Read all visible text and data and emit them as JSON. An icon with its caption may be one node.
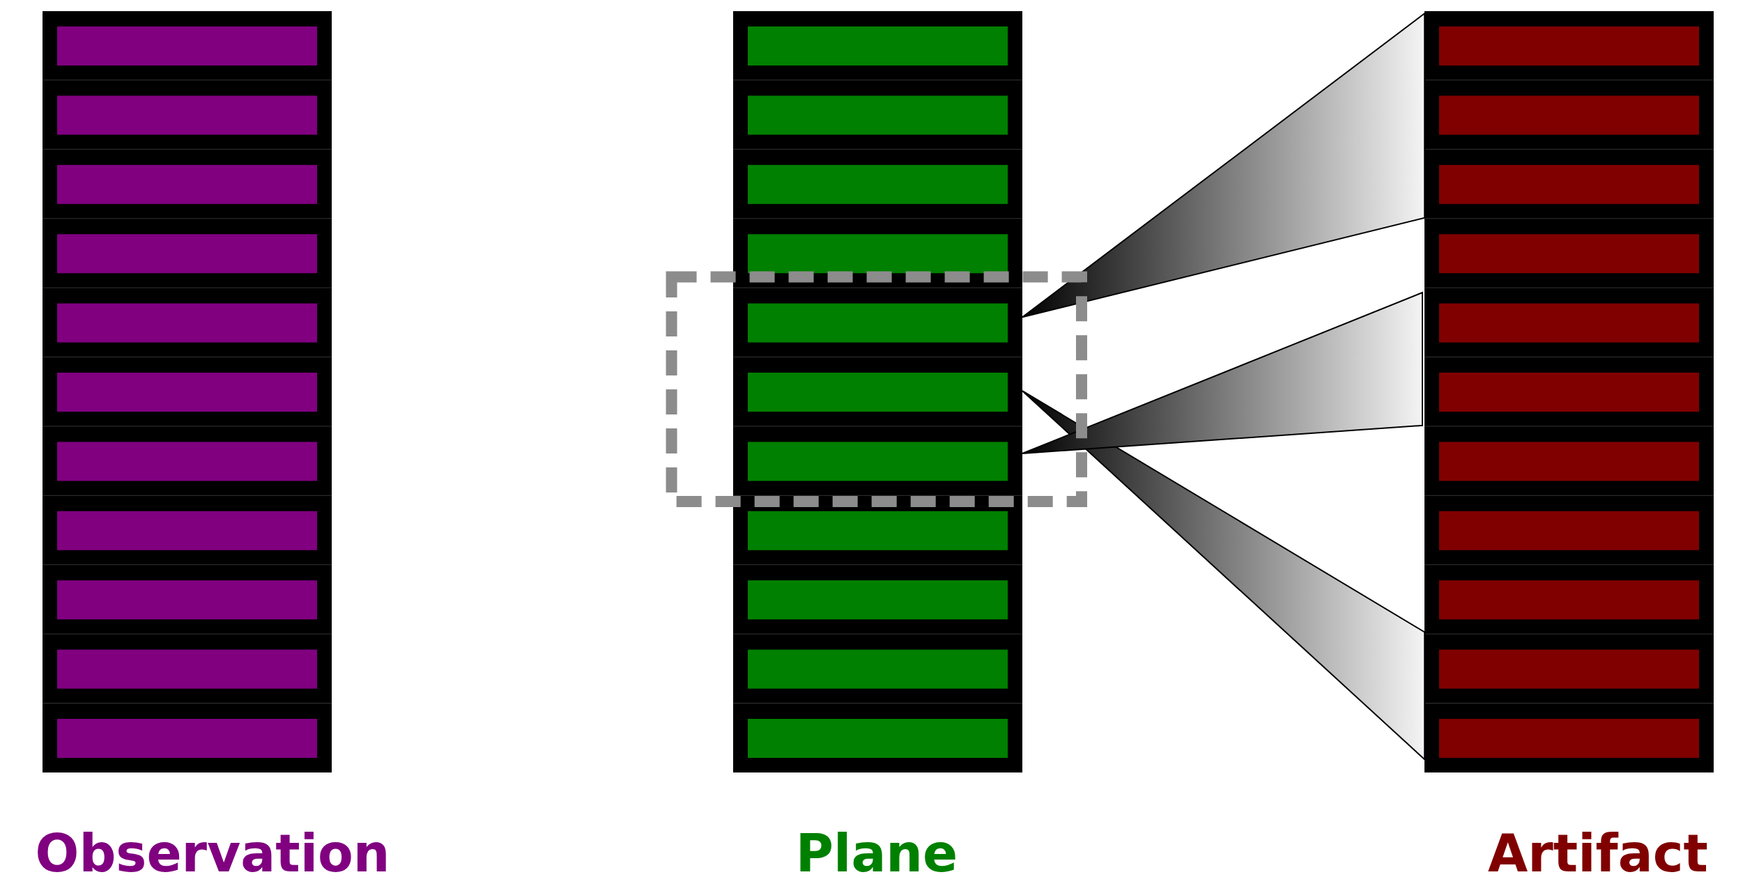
{
  "diagram": {
    "nodes": [
      {
        "text": [
          "Observation"
        ]
      },
      {
        "text": [
          "Plane"
        ]
      },
      {
        "text": [
          "Artifact"
        ]
      }
    ]
  }
}
